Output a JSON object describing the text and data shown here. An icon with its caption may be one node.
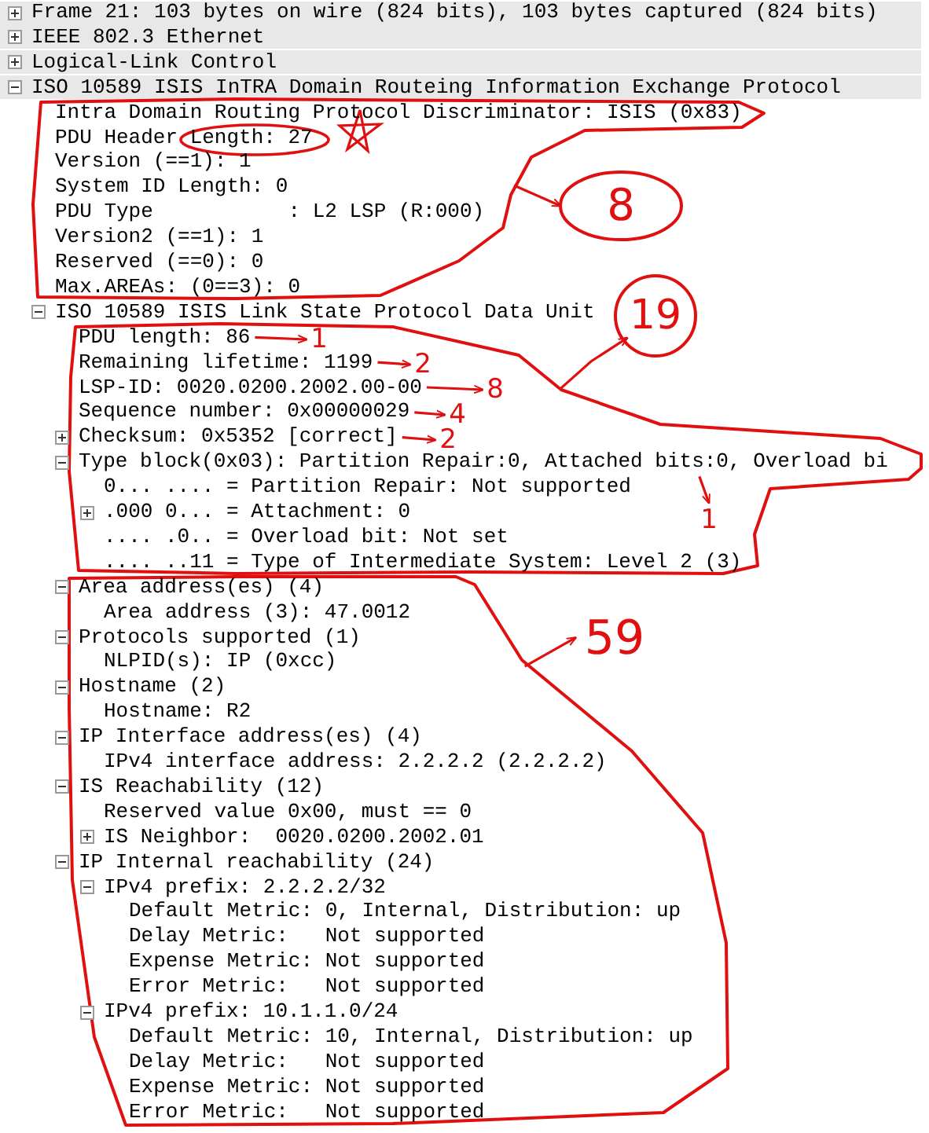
{
  "diagram": {
    "nodes": [
      {
        "text": [
          "Frame 21: 103 bytes on wire (824 bits), 103 bytes captured (824 bits)"
        ]
      },
      {
        "text": [
          "IEEE 802.3 Ethernet"
        ]
      },
      {
        "text": [
          "Logical-Link Control"
        ]
      },
      {
        "text": [
          "ISO 10589 ISIS InTRA Domain Routeing Information Exchange Protocol"
        ]
      },
      {
        "text": [],
        "shape": "outline"
      },
      {
        "text": [
          "Intra Domain Routing Protocol Discriminator: ISIS (0x83)"
        ],
        "in": 4
      },
      {
        "text": [
          "PDU Header Length: 27"
        ],
        "in": 4
      },
      {
        "text": [
          "Version (==1): 1"
        ],
        "in": 4
      },
      {
        "text": [
          "System ID Length: 0"
        ],
        "in": 4
      },
      {
        "text": [
          "PDU Type           : L2 LSP (R:000)"
        ],
        "in": 4
      },
      {
        "text": [
          "Version2 (==1): 1"
        ],
        "in": 4
      },
      {
        "text": [
          "Reserved (==0): 0"
        ],
        "in": 4
      },
      {
        "text": [
          "Max.AREAs: (0==3): 0"
        ],
        "in": 4
      },
      {
        "text": [
          "8"
        ]
      },
      {
        "text": [
          "ISO 10589 ISIS Link State Protocol Data Unit"
        ]
      },
      {
        "text": [
          "19"
        ]
      },
      {
        "text": [],
        "shape": "outline"
      },
      {
        "text": [
          "PDU length: 86"
        ],
        "in": 16
      },
      {
        "text": [
          "Remaining lifetime: 1199"
        ],
        "in": 16
      },
      {
        "text": [
          "LSP-ID: 0020.0200.2002.00-00"
        ],
        "in": 16
      },
      {
        "text": [
          "Sequence number: 0x00000029"
        ],
        "in": 16
      },
      {
        "text": [
          "Checksum: 0x5352 [correct]"
        ],
        "in": 16
      },
      {
        "text": [
          "Type block(0x03): Partition Repair:0, Attached bits:0, Overload bi"
        ],
        "in": 16
      },
      {
        "text": [
          "0... .... = Partition Repair: Not supported"
        ],
        "in": 16
      },
      {
        "text": [
          ".000 0... = Attachment: 0"
        ],
        "in": 16
      },
      {
        "text": [
          ".... .0.. = Overload bit: Not set"
        ],
        "in": 16
      },
      {
        "text": [
          ".... ..11 = Type of Intermediate System: Level 2 (3)"
        ],
        "in": 16
      },
      {
        "text": [
          "1"
        ],
        "in": 16
      },
      {
        "text": [
          "2"
        ],
        "in": 16
      },
      {
        "text": [
          "8"
        ],
        "in": 16
      },
      {
        "text": [
          "4"
        ],
        "in": 16
      },
      {
        "text": [
          "2"
        ],
        "in": 16
      },
      {
        "text": [
          "1"
        ],
        "in": 16
      },
      {
        "text": [],
        "shape": "outline"
      },
      {
        "text": [
          "Area address(es) (4)"
        ],
        "in": 33
      },
      {
        "text": [
          "Area address (3): 47.0012"
        ],
        "in": 33
      },
      {
        "text": [
          "Protocols supported (1)"
        ],
        "in": 33
      },
      {
        "text": [
          "NLPID(s): IP (0xcc)"
        ],
        "in": 33
      },
      {
        "text": [
          "Hostname (2)"
        ],
        "in": 33
      },
      {
        "text": [
          "Hostname: R2"
        ],
        "in": 33
      },
      {
        "text": [
          "IP Interface address(es) (4)"
        ],
        "in": 33
      },
      {
        "text": [
          "IPv4 interface address: 2.2.2.2 (2.2.2.2)"
        ],
        "in": 33
      },
      {
        "text": [
          "IS Reachability (12)"
        ],
        "in": 33
      },
      {
        "text": [
          "Reserved value 0x00, must == 0"
        ],
        "in": 33
      },
      {
        "text": [
          "IS Neighbor:  0020.0200.2002.01"
        ],
        "in": 33
      },
      {
        "text": [
          "IP Internal reachability (24)"
        ],
        "in": 33
      },
      {
        "text": [
          "IPv4 prefix: 2.2.2.2/32"
        ],
        "in": 33
      },
      {
        "text": [
          "Default Metric: 0, Internal, Distribution: up"
        ],
        "in": 33
      },
      {
        "text": [
          "Delay Metric:   Not supported"
        ],
        "in": 33
      },
      {
        "text": [
          "Expense Metric: Not supported"
        ],
        "in": 33
      },
      {
        "text": [
          "Error Metric:   Not supported"
        ],
        "in": 33
      },
      {
        "text": [
          "IPv4 prefix: 10.1.1.0/24"
        ],
        "in": 33
      },
      {
        "text": [
          "Default Metric: 10, Internal, Distribution: up"
        ],
        "in": 33
      },
      {
        "text": [
          "Delay Metric:   Not supported"
        ],
        "in": 33
      },
      {
        "text": [
          "Expense Metric: Not supported"
        ],
        "in": 33
      },
      {
        "text": [
          "Error Metric:   Not supported"
        ],
        "in": 33
      },
      {
        "text": [
          "59"
        ]
      }
    ],
    "edges": [
      {
        "from": 4,
        "to": 13,
        "arrow": "to"
      },
      {
        "from": 16,
        "to": 15,
        "arrow": "to"
      },
      {
        "from": 17,
        "to": 27,
        "arrow": "to"
      },
      {
        "from": 18,
        "to": 28,
        "arrow": "to"
      },
      {
        "from": 19,
        "to": 29,
        "arrow": "to"
      },
      {
        "from": 20,
        "to": 30,
        "arrow": "to"
      },
      {
        "from": 21,
        "to": 31,
        "arrow": "to"
      },
      {
        "from": 22,
        "to": 32,
        "arrow": "to"
      },
      {
        "from": 33,
        "to": 56,
        "arrow": "to"
      }
    ]
  }
}
